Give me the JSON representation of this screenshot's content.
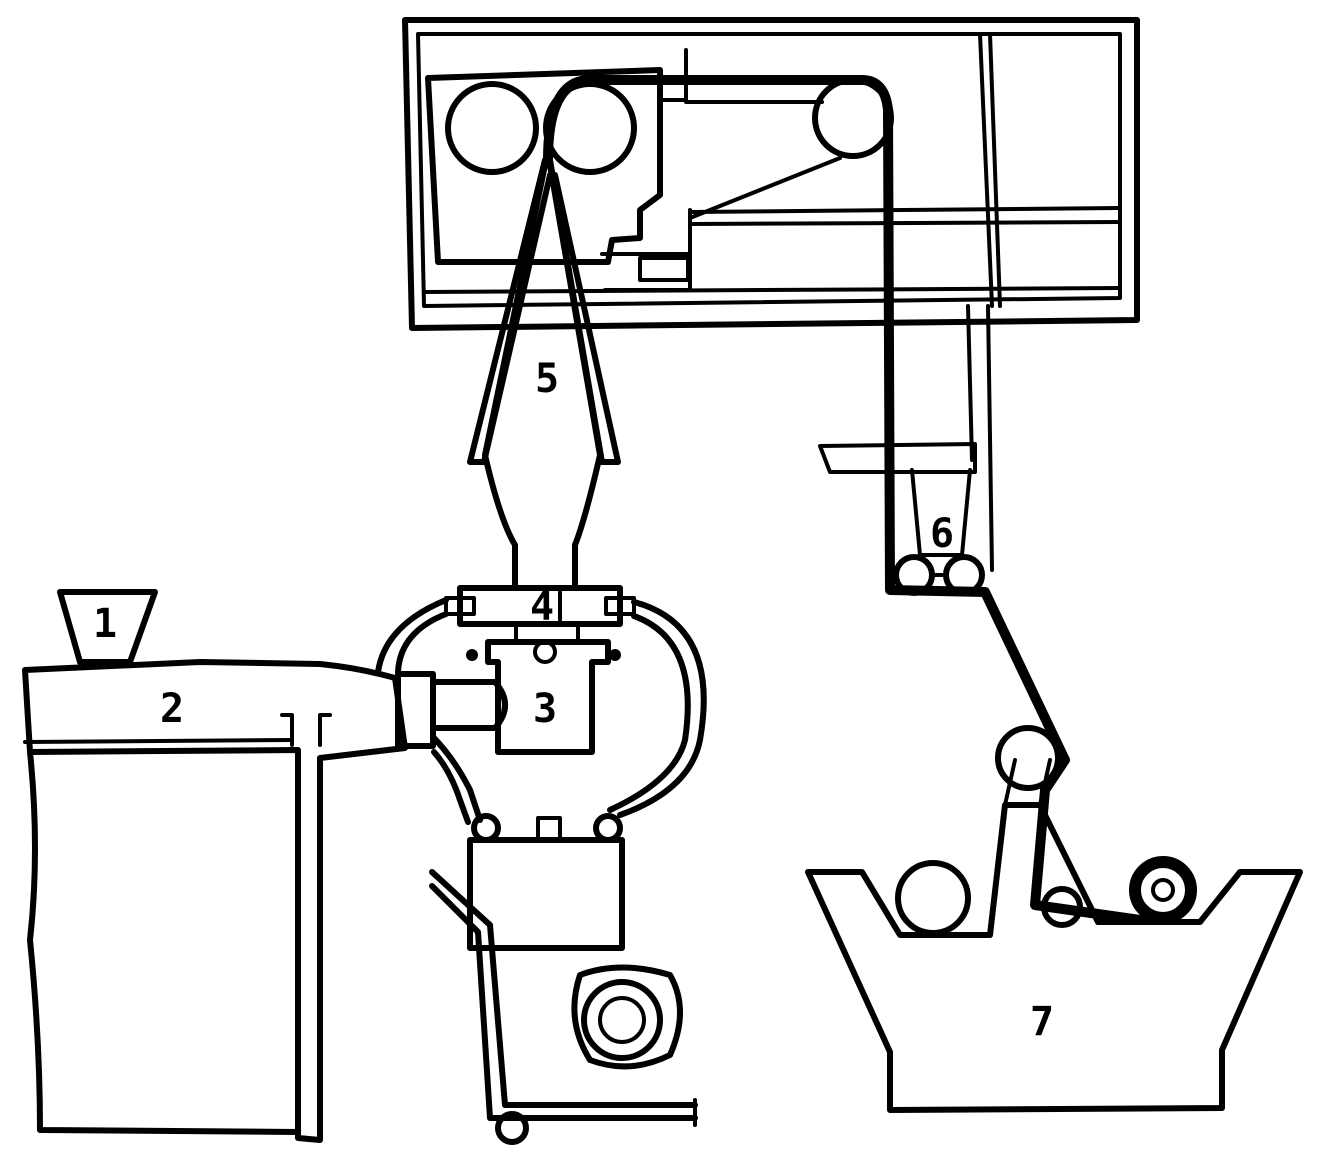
{
  "diagram": {
    "labels": {
      "hopper": "1",
      "extruder": "2",
      "die_head": "3",
      "air_ring": "4",
      "collapsing_frame": "5",
      "guide_rollers": "6",
      "winder": "7"
    },
    "colors": {
      "ink": "#000000",
      "background": "#ffffff"
    }
  }
}
